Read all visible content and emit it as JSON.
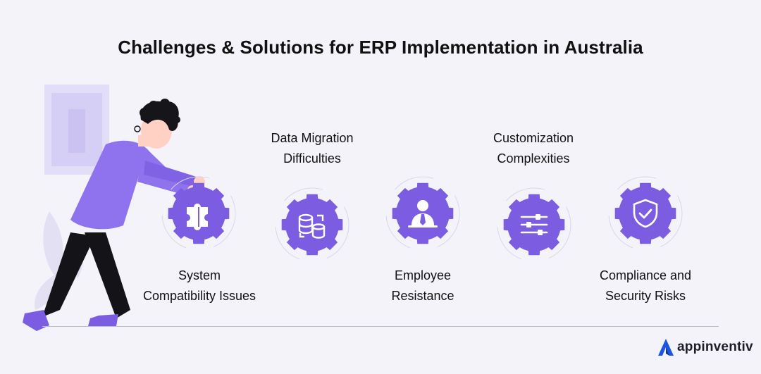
{
  "title": "Challenges & Solutions for ERP Implementation in Australia",
  "steps": [
    {
      "line1": "System",
      "line2": "Compatibility Issues",
      "icon": "puzzle-icon"
    },
    {
      "line1": "Data Migration",
      "line2": "Difficulties",
      "icon": "database-sync-icon"
    },
    {
      "line1": "Employee",
      "line2": "Resistance",
      "icon": "employee-icon"
    },
    {
      "line1": "Customization",
      "line2": "Complexities",
      "icon": "sliders-icon"
    },
    {
      "line1": "Compliance and",
      "line2": "Security Risks",
      "icon": "shield-check-icon"
    }
  ],
  "brand": {
    "name": "appinventiv",
    "color": "#1a55e3"
  },
  "colors": {
    "gear": "#7c5ce0",
    "background": "#f4f3fa",
    "person_shirt": "#8f73ee"
  }
}
